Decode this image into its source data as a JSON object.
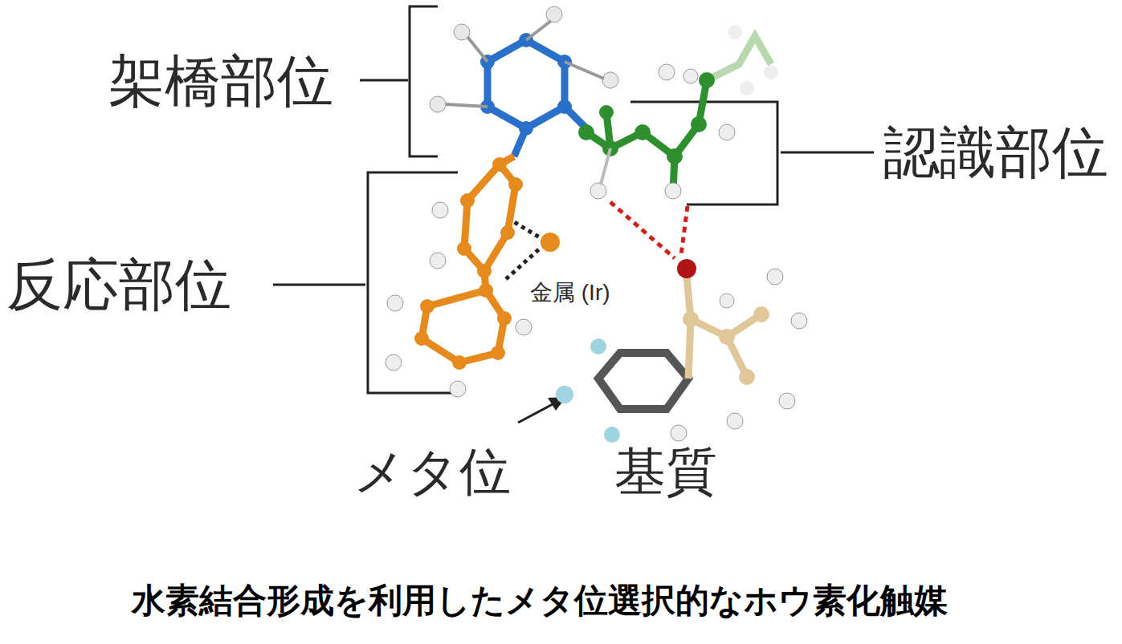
{
  "diagram": {
    "caption": "水素結合形成を利用したメタ位選択的なホウ素化触媒",
    "labels": [
      "架橋部位",
      "認識部位",
      "反応部位",
      "金属 (Ir)",
      "メタ位",
      "基質"
    ]
  }
}
